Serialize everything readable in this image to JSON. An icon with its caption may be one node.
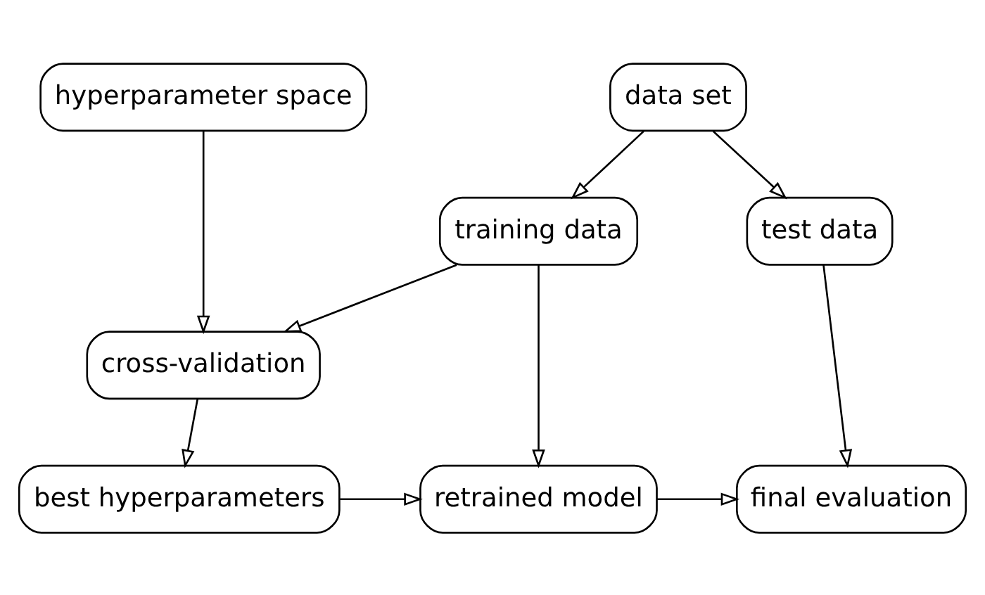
{
  "diagram": {
    "nodes": [
      {
        "text": [
          "hyperparameter space"
        ]
      },
      {
        "text": [
          "data set"
        ]
      },
      {
        "text": [
          "training data"
        ]
      },
      {
        "text": [
          "test data"
        ]
      },
      {
        "text": [
          "cross-validation"
        ]
      },
      {
        "text": [
          "best hyperparameters"
        ]
      },
      {
        "text": [
          "retrained model"
        ]
      },
      {
        "text": [
          "final evaluation"
        ]
      }
    ],
    "edges": [
      {
        "from": 1,
        "to": 2,
        "arrow": "to"
      },
      {
        "from": 1,
        "to": 3,
        "arrow": "to"
      },
      {
        "from": 0,
        "to": 4,
        "arrow": "to"
      },
      {
        "from": 2,
        "to": 4,
        "arrow": "to"
      },
      {
        "from": 2,
        "to": 6,
        "arrow": "to"
      },
      {
        "from": 4,
        "to": 5,
        "arrow": "to"
      },
      {
        "from": 5,
        "to": 6,
        "arrow": "to"
      },
      {
        "from": 6,
        "to": 7,
        "arrow": "to"
      },
      {
        "from": 3,
        "to": 7,
        "arrow": "to"
      }
    ]
  }
}
